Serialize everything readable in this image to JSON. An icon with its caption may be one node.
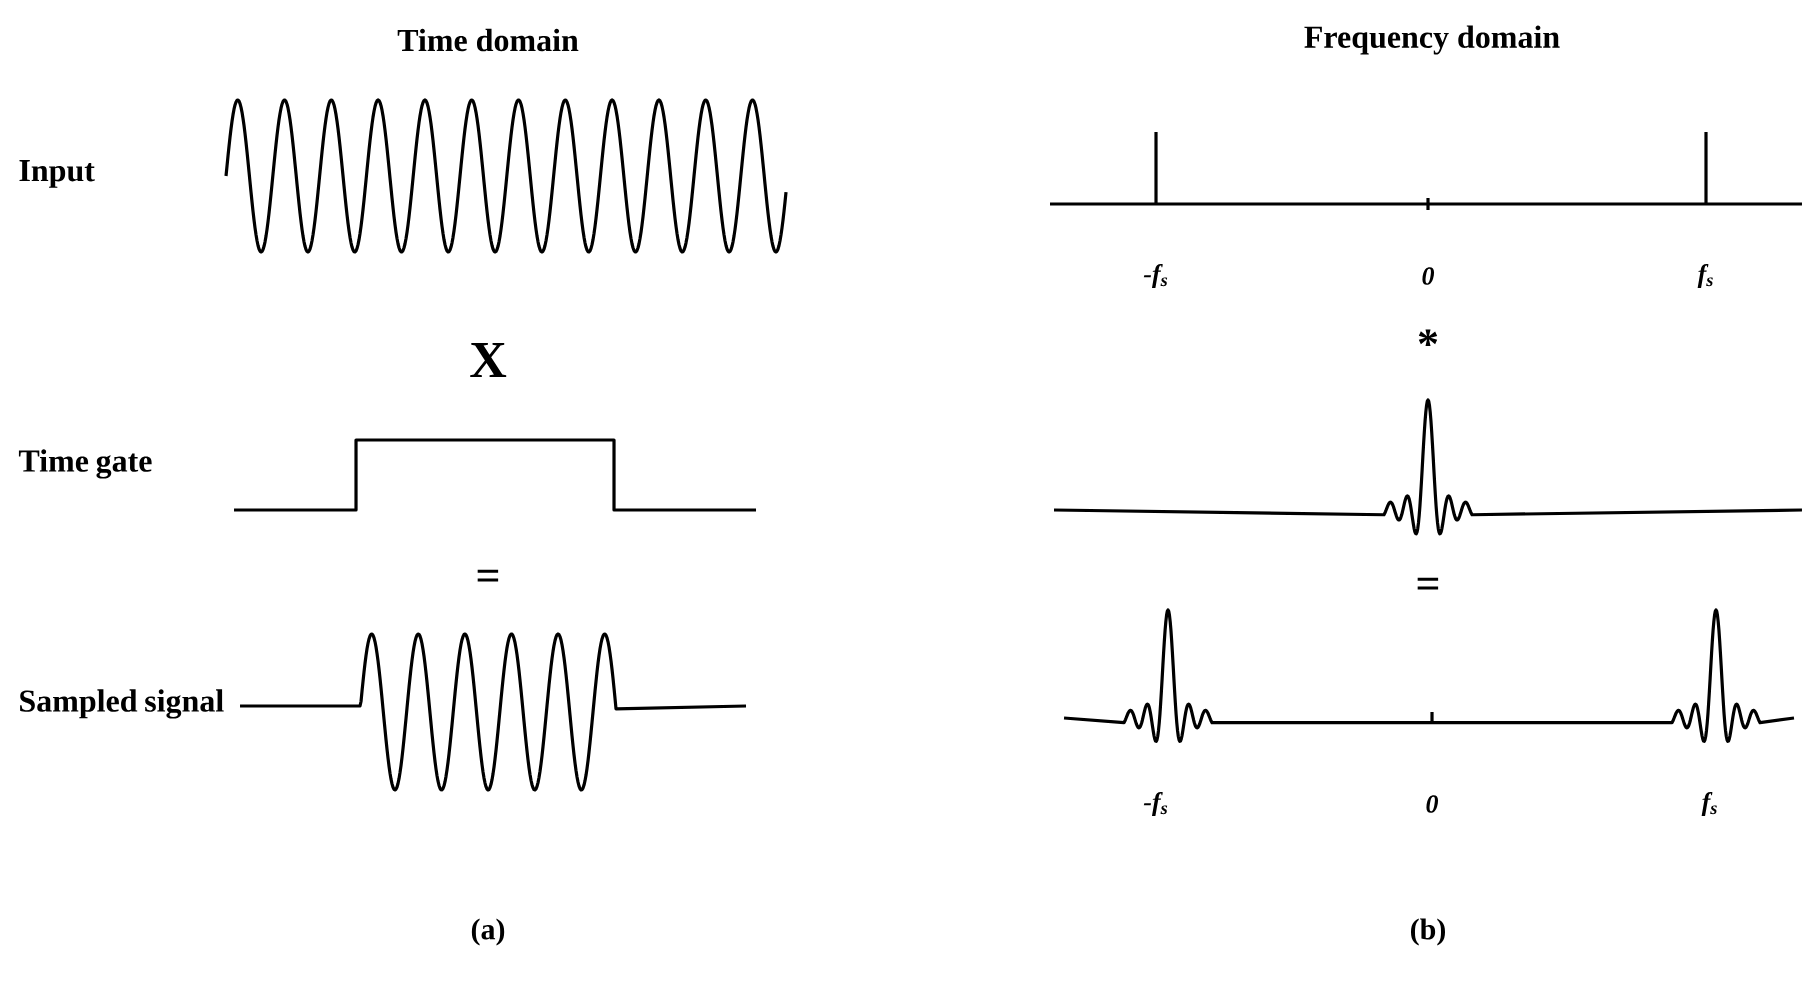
{
  "diagram": {
    "labels": [
      "Time domain",
      "Frequency domain",
      "Input",
      "-f$_{s}$",
      "0",
      "f$_{s}$",
      "X",
      "*",
      "Time gate",
      "=",
      "=",
      "Sampled signal",
      "-f$_{s}$",
      "0",
      "f$_{s}$",
      "(a)",
      "(b)"
    ]
  }
}
